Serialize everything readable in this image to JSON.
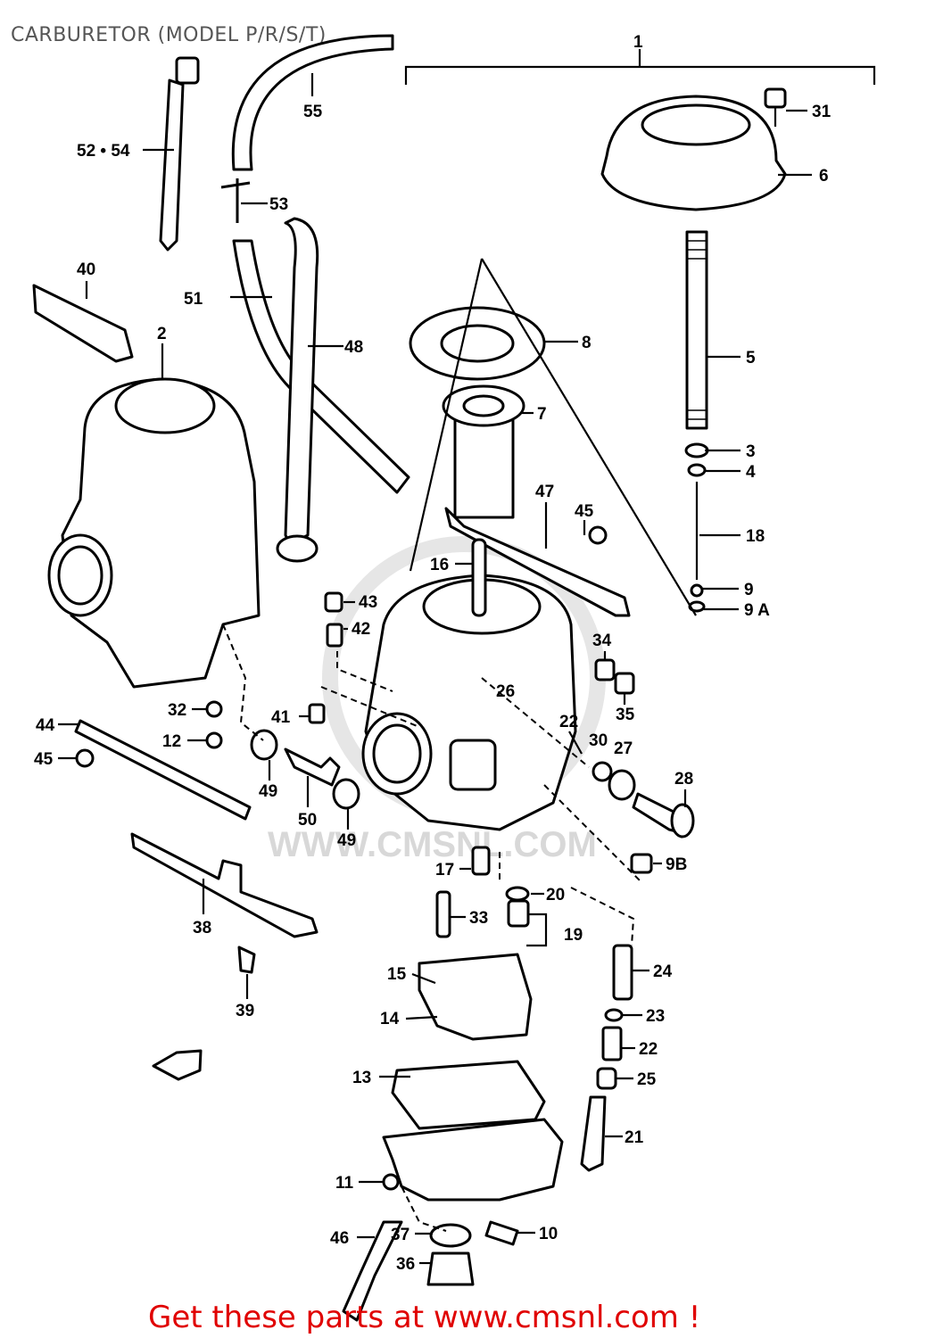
{
  "title": "CARBURETOR (MODEL P/R/S/T)",
  "footer": "Get these parts at www.cmsnl.com !",
  "watermark": "WWW.CMSNL.COM",
  "colors": {
    "footer": "#e00000",
    "title": "#555555",
    "ink": "#000000",
    "watermark": "#d8d8d8"
  },
  "callouts": {
    "c1": "1",
    "c2": "2",
    "c3": "3",
    "c4": "4",
    "c5": "5",
    "c6": "6",
    "c7": "7",
    "c8": "8",
    "c9": "9",
    "c9a": "9 A",
    "c9b": "9B",
    "c10": "10",
    "c11": "11",
    "c12": "12",
    "c13": "13",
    "c14": "14",
    "c15": "15",
    "c16": "16",
    "c17": "17",
    "c18": "18",
    "c19": "19",
    "c20": "20",
    "c21": "21",
    "c22a": "22",
    "c22b": "22",
    "c23": "23",
    "c24": "24",
    "c25": "25",
    "c26": "26",
    "c27": "27",
    "c28": "28",
    "c30": "30",
    "c31": "31",
    "c32": "32",
    "c33": "33",
    "c34": "34",
    "c35": "35",
    "c36": "36",
    "c37": "37",
    "c38": "38",
    "c39": "39",
    "c40": "40",
    "c41": "41",
    "c42": "42",
    "c43": "43",
    "c44": "44",
    "c45a": "45",
    "c45b": "45",
    "c46": "46",
    "c47": "47",
    "c48": "48",
    "c49a": "49",
    "c49b": "49",
    "c50": "50",
    "c51": "51",
    "c52": "52 • 54",
    "c53": "53",
    "c55": "55"
  }
}
